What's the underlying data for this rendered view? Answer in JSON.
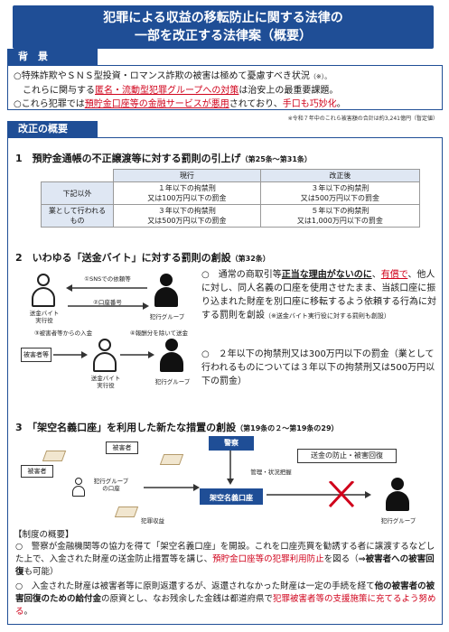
{
  "header": {
    "title_line1": "犯罪による収益の移転防止に関する法律の",
    "title_line2": "一部を改正する法律案（概要）"
  },
  "background": {
    "heading": "背　景",
    "line1a": "○特殊詐欺やＳＮＳ型投資・ロマンス詐欺の被害は極めて憂慮すべき状況",
    "line1_mark": "（※）。",
    "line2a": "これらに関与する",
    "line2_link": "匿名・流動型犯罪グループへの対策",
    "line2b": "は治安上の最重要課題。",
    "line3a": "○これら犯罪では",
    "line3_link": "預貯金口座等の金融サービスが悪用",
    "line3b": "されており、",
    "line3_red": "手口も巧妙化",
    "line3c": "。",
    "note": "※令和７年中のこれら被害額の合計は約3,241億円（暫定値）"
  },
  "reform": {
    "heading": "改正の概要",
    "s1": {
      "title": "1　預貯金通帳の不正譲渡等に対する罰則の引上げ",
      "articles": "（第25条〜第31条）",
      "col_current": "現行",
      "col_after": "改正後",
      "row1_label": "下記以外",
      "row1_cur_a": "１年以下の拘禁刑",
      "row1_cur_b": "又は100万円以下の罰金",
      "row1_aft_a": "３年以下の拘禁刑",
      "row1_aft_b": "又は500万円以下の罰金",
      "row2_label_a": "業として行われる",
      "row2_label_b": "もの",
      "row2_cur_a": "３年以下の拘禁刑",
      "row2_cur_b": "又は500万円以下の罰金",
      "row2_aft_a": "５年以下の拘禁刑",
      "row2_aft_b": "又は1,000万円以下の罰金"
    },
    "s2": {
      "title": "2　いわゆる「送金バイト」に対する罰則の創設",
      "articles": "（第32条）",
      "fig_sns": "①SNSでの依頼等",
      "fig_account": "②口座番号",
      "fig_worker_a": "送金バイト",
      "fig_worker_b": "実行役",
      "fig_group": "犯行グループ",
      "fig_deposit": "③被害者等からの入金",
      "fig_remit": "④報酬分を除いて送金",
      "fig_victim": "被害者等",
      "p1_a": "○　通常の商取引等",
      "p1_b": "正当な理由がないのに",
      "p1_c": "、",
      "p1_red": "有償で",
      "p1_d": "、他人に対し、同人名義の口座を使用させたまま、当該口座に振り込まれた財産を別口座に移転するよう依頼する行為に対する罰則を創設",
      "p1_note": "（※送金バイト実行役に対する罰則も創設）",
      "p2": "○　２年以下の拘禁刑又は300万円以下の罰金（業として行われるものについては３年以下の拘禁刑又は500万円以下の罰金）"
    },
    "s3": {
      "title": "3　「架空名義口座」を利用した新たな措置の創設",
      "articles": "（第19条の２〜第19条の29）",
      "fig_police": "警察",
      "fig_manage": "管理・状況把握",
      "fig_fake": "架空名義口座",
      "fig_prevent": "送金の防止・被害回復",
      "fig_victim": "被害者",
      "fig_victim2": "被害者",
      "fig_group_acct_a": "犯行グループ",
      "fig_group_acct_b": "の口座",
      "fig_proceeds": "犯罪収益",
      "fig_group": "犯行グループ",
      "sys_heading": "【制度の概要】",
      "p1_a": "○　警察が金融機関等の協力を得て「架空名義口座」を開設。これを口座売買を勧誘する者に譲渡するなどした上で、入金された財産の送金防止措置等を講じ、",
      "p1_red": "預貯金口座等の犯罪利用防止",
      "p1_b": "を図る（",
      "p1_bold": "⇒被害者への被害回復",
      "p1_c": "も可能）",
      "p2_a": "○　入金された財産は被害者等に原則返還するが、返還されなかった財産は一定の手続を経て",
      "p2_bold": "他の被害者の被害回復のための給付金",
      "p2_b": "の原資とし、なお残余した金銭は都道府県で",
      "p2_red": "犯罪被害者等の支援施策に充てるよう努める",
      "p2_c": "。"
    }
  },
  "colors": {
    "brand": "#1f4e96",
    "emphasis": "#d0021b"
  }
}
